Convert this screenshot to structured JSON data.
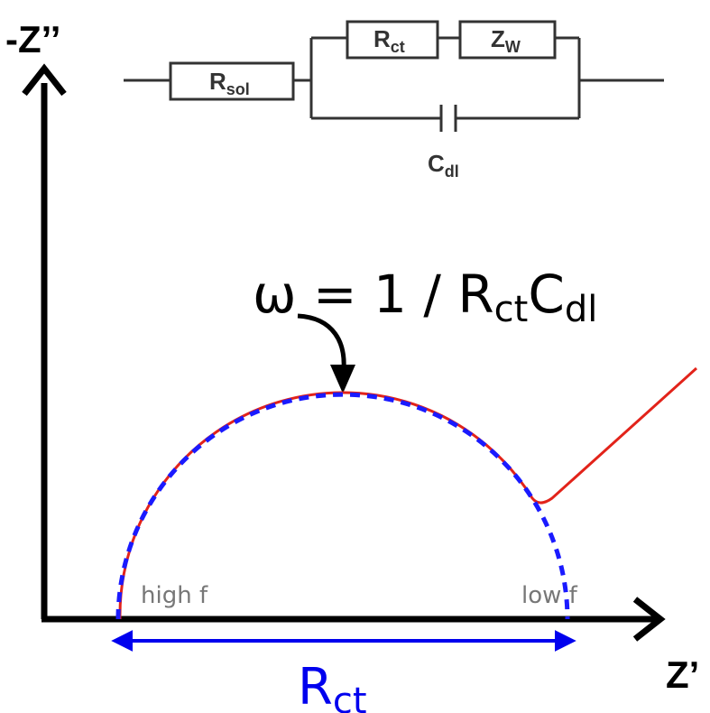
{
  "axes": {
    "y_label": "-Z’’",
    "x_label": "Z’"
  },
  "circuit": {
    "rsol": {
      "main": "R",
      "sub": "sol"
    },
    "rct": {
      "main": "R",
      "sub": "ct"
    },
    "zw": {
      "main": "Z",
      "sub": "W"
    },
    "cdl": {
      "main": "C",
      "sub": "dl"
    }
  },
  "annotations": {
    "omega": {
      "prefix": "ω = 1 / R",
      "sub1": "ct",
      "mid": "C",
      "sub2": "dl"
    },
    "high_f": "high f",
    "low_f": "low f",
    "rct_span": {
      "main": "R",
      "sub": "ct"
    }
  },
  "colors": {
    "axis": "#000000",
    "measured_curve": "#e2231a",
    "fit_curve": "#1a1aff",
    "rct_arrow": "#0000ee",
    "freq_label": "#777777"
  }
}
